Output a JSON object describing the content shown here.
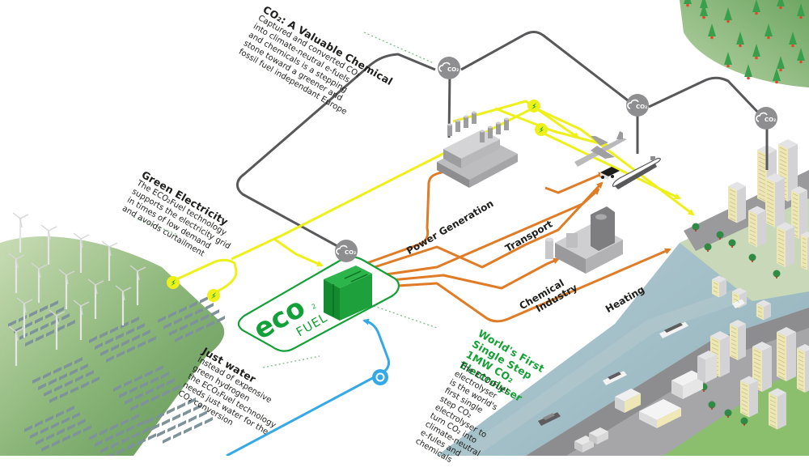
{
  "notes": {
    "co2_valuable": {
      "title": "CO₂: A Valuable Chemical",
      "lines": [
        "Captured and converted CO₂",
        "into climate-neutral e-fuels",
        "and chemicals is a stepping",
        "stone toward a greener and",
        "fossil fuel independant Europe"
      ]
    },
    "green_electricity": {
      "title": "Green Electricity",
      "lines": [
        "The ECO₂Fuel technology",
        "supports the electricity grid",
        "in times of low demand",
        "and avoids curtailment"
      ]
    },
    "just_water": {
      "title": "Just water",
      "lines": [
        "Instead of expensive",
        "green hydrogen",
        "the ECO₂Fuel technology",
        "needs just water for the",
        "CO₂ conversion"
      ]
    },
    "electrolyser": {
      "title_lines": [
        "World's First",
        "Single Step",
        "1MW CO₂",
        "Electrolyser"
      ],
      "lines": [
        "The ECO₂Fuel",
        "electrolyser",
        "is the world's",
        "first single",
        "step CO₂",
        "electrolyser to",
        "turn CO₂ into",
        "climate-neutral",
        "e-fules and",
        "chemicals"
      ]
    }
  },
  "sectors": {
    "power_generation": "Power Generation",
    "transport": "Transport",
    "chemical_industry": [
      "Chemical",
      "Industry"
    ],
    "heating": "Heating"
  },
  "logo": {
    "eco": "eco",
    "fuel": "FUEL",
    "superscript": "2"
  },
  "co2_badges": [
    "CO₂",
    "CO₂",
    "CO₂",
    "CO₂"
  ],
  "icons": {
    "co2_cloud": "cloud-co2-icon",
    "lightning": "lightning-bolt-icon",
    "water": "water-drop-icon"
  },
  "colors": {
    "electricity": "#eef01a",
    "co2_pipe": "#58585a",
    "output_pipe": "#e07b26",
    "water_pipe": "#35a9e6",
    "eco_green": "#14a038",
    "land_green": "#8fba7a",
    "river": "#a9c3cc"
  }
}
